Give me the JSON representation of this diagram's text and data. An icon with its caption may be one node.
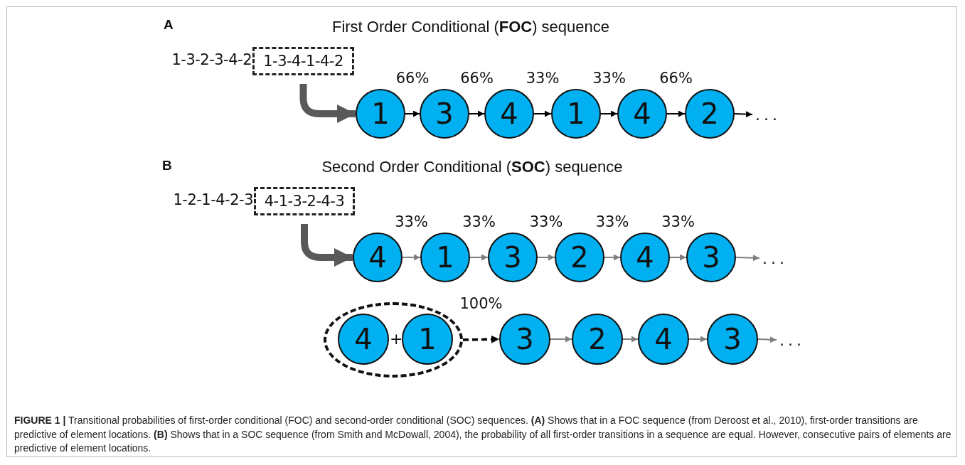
{
  "diagram": {
    "caption": "**FIGURE 1 |** Transitional probabilities of first-order conditional (FOC) and second-order conditional (SOC) sequences. **(A)** Shows that in a FOC sequence (from Deroost et al., 2010), first-order transitions are predictive of element locations. **(B)** Shows that in a SOC sequence (from Smith and McDowall, 2004), the probability of all first-order transitions in a sequence are equal. However, consecutive pairs of elements are predictive of element locations.",
    "nodes": [
      {
        "text": [
          "1-3-4-1-4-2"
        ],
        "beside": [
          "1-3-2-3-4-2"
        ]
      },
      {
        "text": [
          "1"
        ]
      },
      {
        "text": [
          "3"
        ]
      },
      {
        "text": [
          "4"
        ]
      },
      {
        "text": [
          "1"
        ]
      },
      {
        "text": [
          "4"
        ]
      },
      {
        "text": [
          "2"
        ]
      },
      {
        "text": [
          "4-1-3-2-4-3"
        ],
        "beside": [
          "1-2-1-4-2-3"
        ]
      },
      {
        "text": [
          "4"
        ]
      },
      {
        "text": [
          "1"
        ]
      },
      {
        "text": [
          "3"
        ]
      },
      {
        "text": [
          "2"
        ]
      },
      {
        "text": [
          "4"
        ]
      },
      {
        "text": [
          "3"
        ]
      },
      {
        "text": [],
        "shape": "ellipse"
      },
      {
        "text": [
          "4"
        ],
        "in": 14
      },
      {
        "text": [
          "1"
        ],
        "in": 14
      },
      {
        "text": [
          "3"
        ]
      },
      {
        "text": [
          "2"
        ]
      },
      {
        "text": [
          "4"
        ]
      },
      {
        "text": [
          "3"
        ]
      },
      {
        "text": [
          "..."
        ]
      },
      {
        "text": [
          "..."
        ]
      },
      {
        "text": [
          "..."
        ]
      }
    ],
    "edges": [
      {
        "from": 0,
        "to": 1,
        "arrow": "to",
        "style": "thick",
        "color": "#595959"
      },
      {
        "from": 1,
        "to": 2,
        "arrow": "to",
        "label": "66%",
        "color": "#000000"
      },
      {
        "from": 2,
        "to": 3,
        "arrow": "to",
        "label": "66%",
        "color": "#000000"
      },
      {
        "from": 3,
        "to": 4,
        "arrow": "to",
        "label": "33%",
        "color": "#000000"
      },
      {
        "from": 4,
        "to": 5,
        "arrow": "to",
        "label": "33%",
        "color": "#000000"
      },
      {
        "from": 5,
        "to": 6,
        "arrow": "to",
        "label": "66%",
        "color": "#000000"
      },
      {
        "from": 6,
        "to": 21,
        "arrow": "to",
        "color": "#000000"
      },
      {
        "from": 7,
        "to": 8,
        "arrow": "to",
        "style": "thick",
        "color": "#595959"
      },
      {
        "from": 8,
        "to": 9,
        "arrow": "to",
        "label": "33%"
      },
      {
        "from": 9,
        "to": 10,
        "arrow": "to",
        "label": "33%"
      },
      {
        "from": 10,
        "to": 11,
        "arrow": "to",
        "label": "33%"
      },
      {
        "from": 11,
        "to": 12,
        "arrow": "to",
        "label": "33%"
      },
      {
        "from": 12,
        "to": 13,
        "arrow": "to",
        "label": "33%"
      },
      {
        "from": 13,
        "to": 22,
        "arrow": "to"
      },
      {
        "from": 14,
        "to": 17,
        "arrow": "to",
        "label": "100%",
        "style": "dashed",
        "color": "#000000"
      },
      {
        "from": 17,
        "to": 18,
        "arrow": "to"
      },
      {
        "from": 18,
        "to": 19,
        "arrow": "to"
      },
      {
        "from": 19,
        "to": 20,
        "arrow": "to"
      },
      {
        "from": 20,
        "to": 23,
        "arrow": "to"
      }
    ],
    "labels": [
      "A",
      "First Order Conditional (**FOC**) sequence",
      "B",
      "Second Order Conditional (**SOC**) sequence",
      "+"
    ]
  }
}
